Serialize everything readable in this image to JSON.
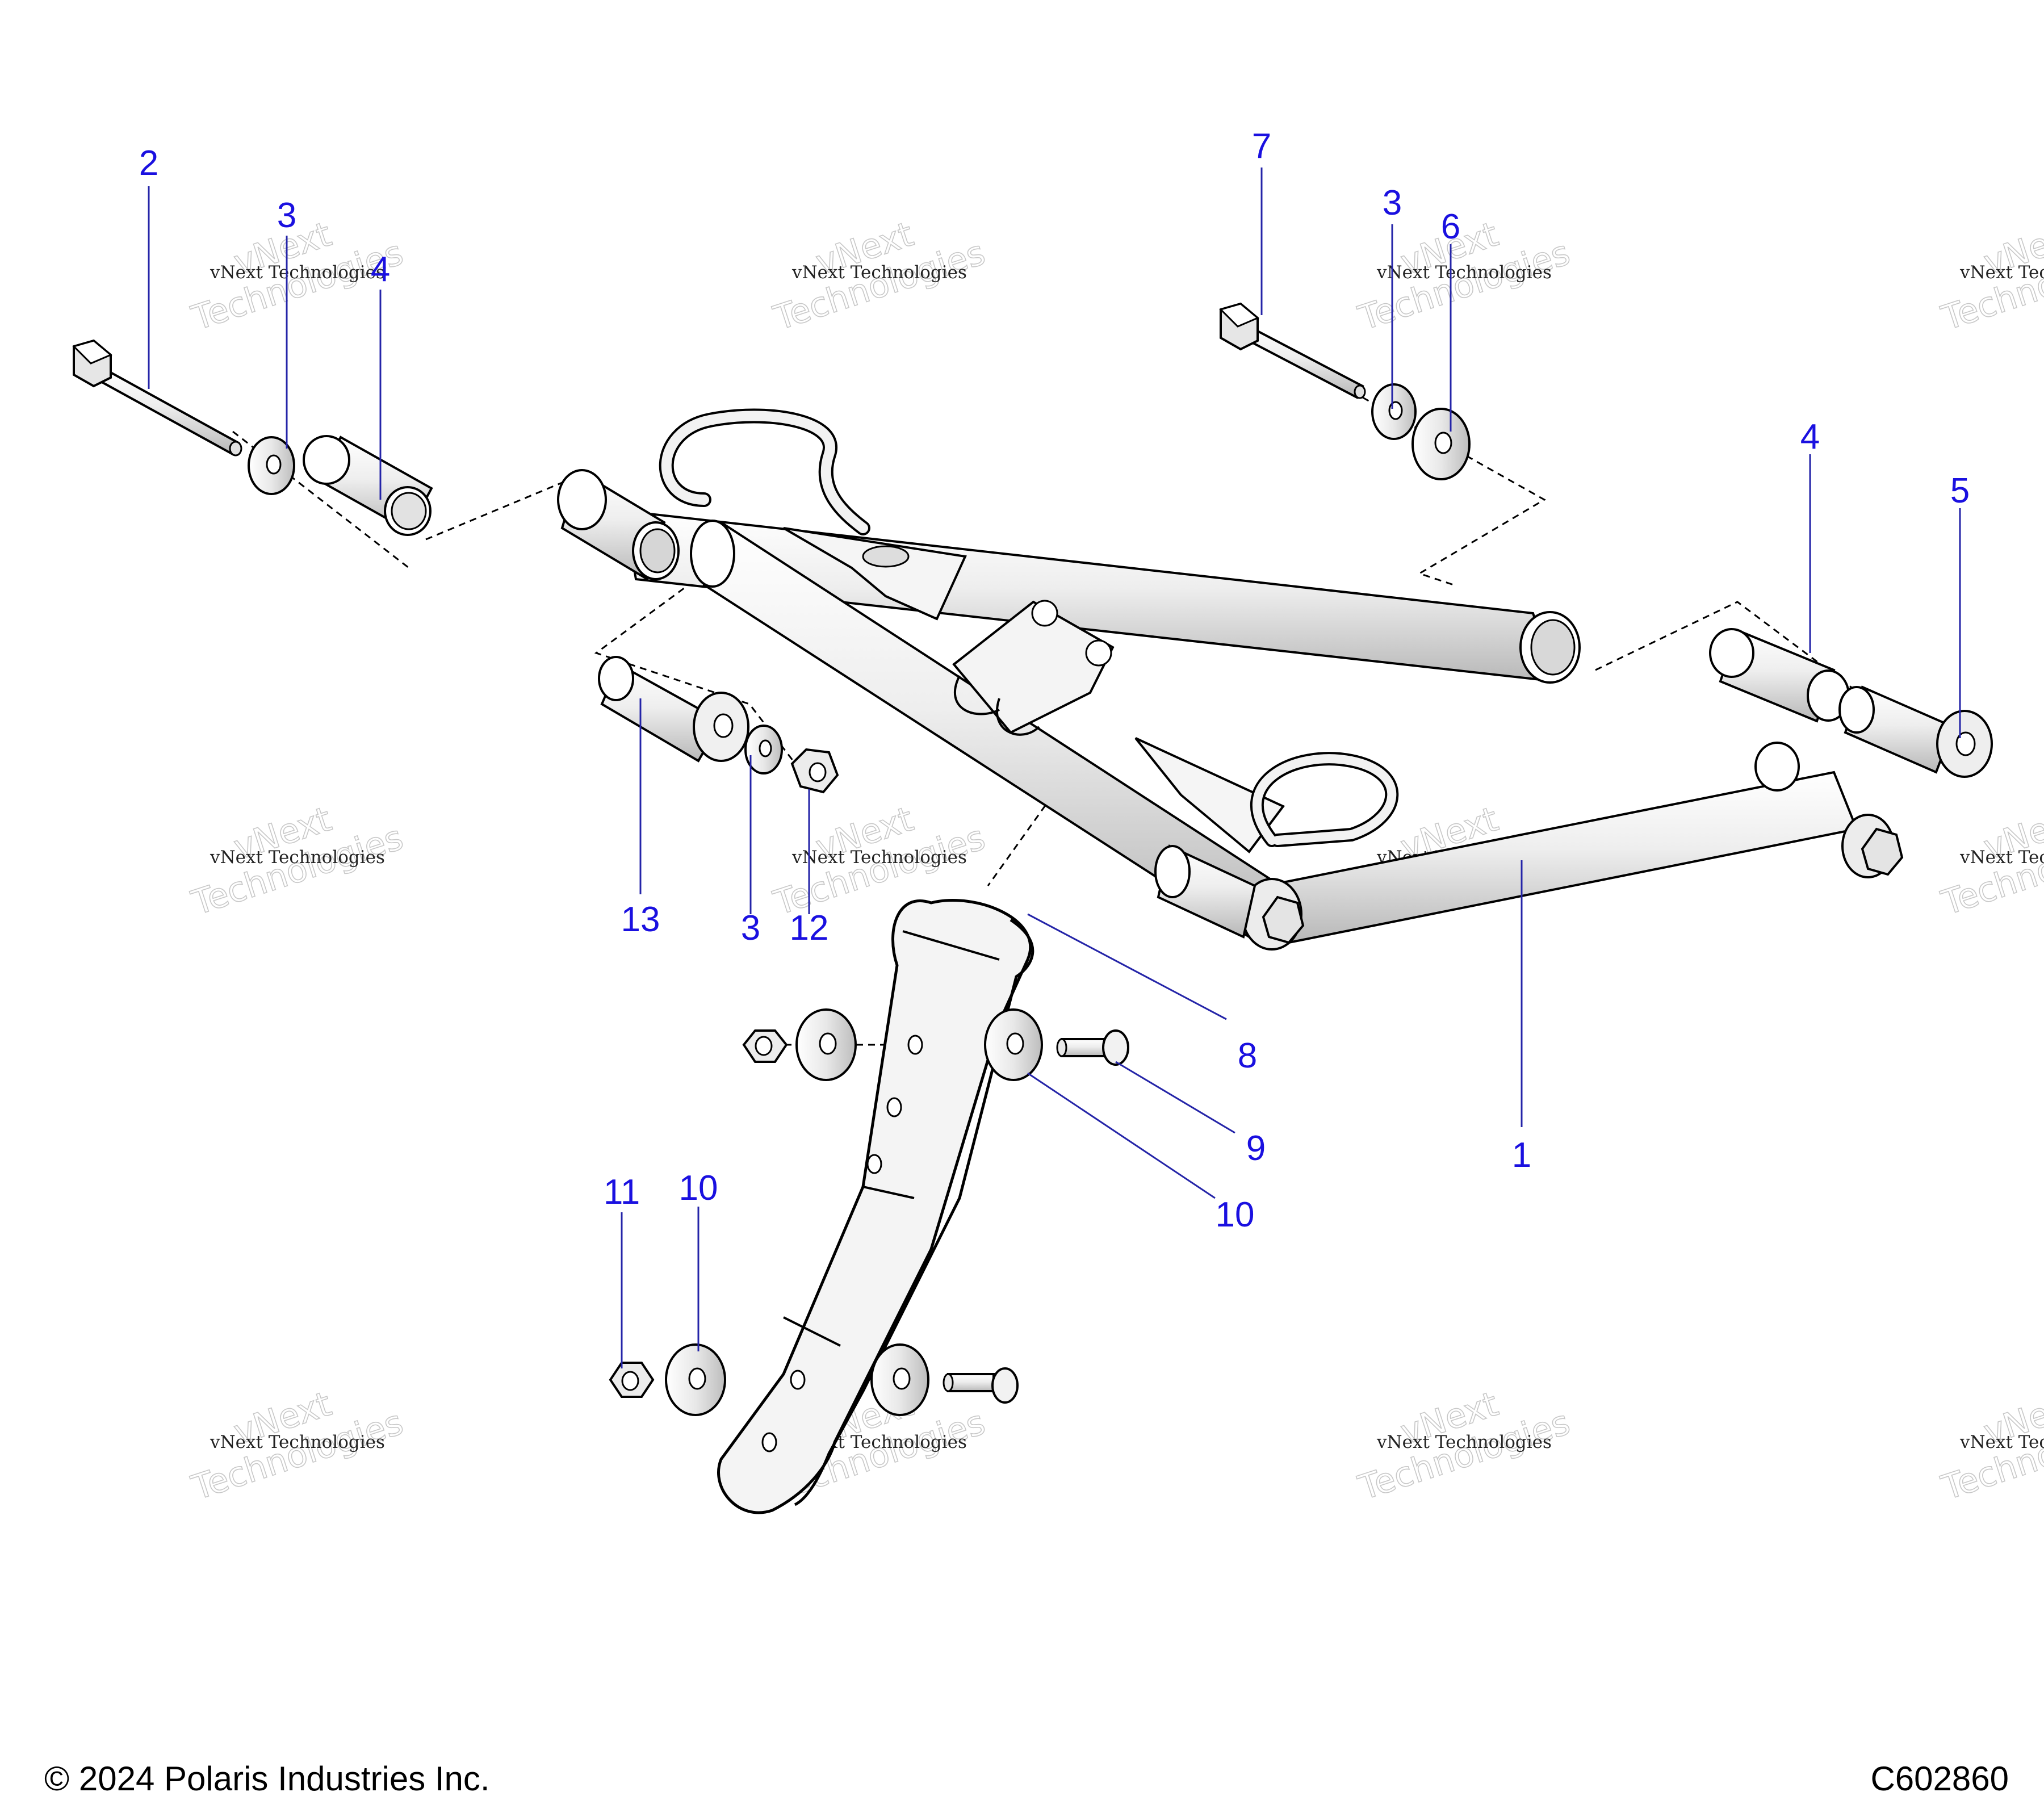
{
  "diagram": {
    "callouts": [
      "2",
      "3",
      "4",
      "7",
      "3",
      "6",
      "4",
      "5",
      "13",
      "3",
      "12",
      "8",
      "9",
      "10",
      "1",
      "11",
      "10"
    ],
    "callout_color": "#1a10e0",
    "leader_color": "#2424a8",
    "line_color": "#000000",
    "fill_light": "#f2f2f2",
    "fill_shade": "#c9c9c9"
  },
  "watermark": {
    "line1": "vNext Technologies",
    "line2": "vNext",
    "line3": "Technologies"
  },
  "footer": {
    "copyright": "© 2024 Polaris Industries Inc.",
    "drawing_code": "C602860"
  }
}
